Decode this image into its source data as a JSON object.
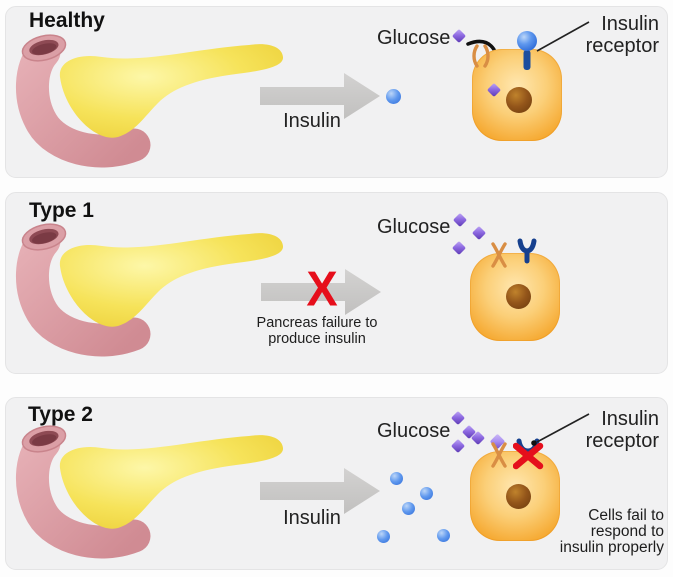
{
  "panels": [
    {
      "id": "healthy",
      "title": "Healthy",
      "glucose_label": "Glucose",
      "insulin_arrow_label": "Insulin",
      "receptor_label_line1": "Insulin",
      "receptor_label_line2": "receptor"
    },
    {
      "id": "type-1",
      "title": "Type 1",
      "glucose_label": "Glucose",
      "failure_mark": "X",
      "arrow_caption_line1": "Pancreas failure to",
      "arrow_caption_line2": "produce insulin"
    },
    {
      "id": "type-2",
      "title": "Type 2",
      "glucose_label": "Glucose",
      "insulin_arrow_label": "Insulin",
      "receptor_label_line1": "Insulin",
      "receptor_label_line2": "receptor",
      "cell_caption_line1": "Cells fail to",
      "cell_caption_line2": "respond to",
      "cell_caption_line3": "insulin properly"
    }
  ],
  "colors": {
    "panel_background": "#f1f1f2",
    "page_background": "#fdfdfd",
    "pancreas_yellow": "#f5e04c",
    "duodenum_pink": "#dda3a9",
    "cell_orange": "#f5a62c",
    "nucleus_brown": "#8a4d10",
    "insulin_blue": "#4e8de8",
    "glucose_purple": "#7d55d8",
    "receptor_navy": "#1c3f92",
    "channel_orange": "#d98e44",
    "arrow_gray": "#c9c8c7",
    "failure_red": "#e60e1b",
    "text_black": "#1c1c1c"
  },
  "icons": {
    "glucose": "purple-diamond",
    "insulin": "blue-sphere",
    "insulin_receptor_bound": "blue-sphere-on-stem",
    "insulin_receptor_empty": "navy-y-receptor",
    "insulin_receptor_blocked": "navy-y-receptor-with-red-x",
    "glucose_channel_open": "orange-open-channel",
    "glucose_channel_closed": "orange-crossed-channel",
    "pancreas": "pancreas-with-duodenum",
    "cell": "orange-cell-with-nucleus",
    "flow_arrow": "gray-right-arrow",
    "glucose_entry_arrow": "black-curved-arrow",
    "failure_mark": "red-x"
  }
}
